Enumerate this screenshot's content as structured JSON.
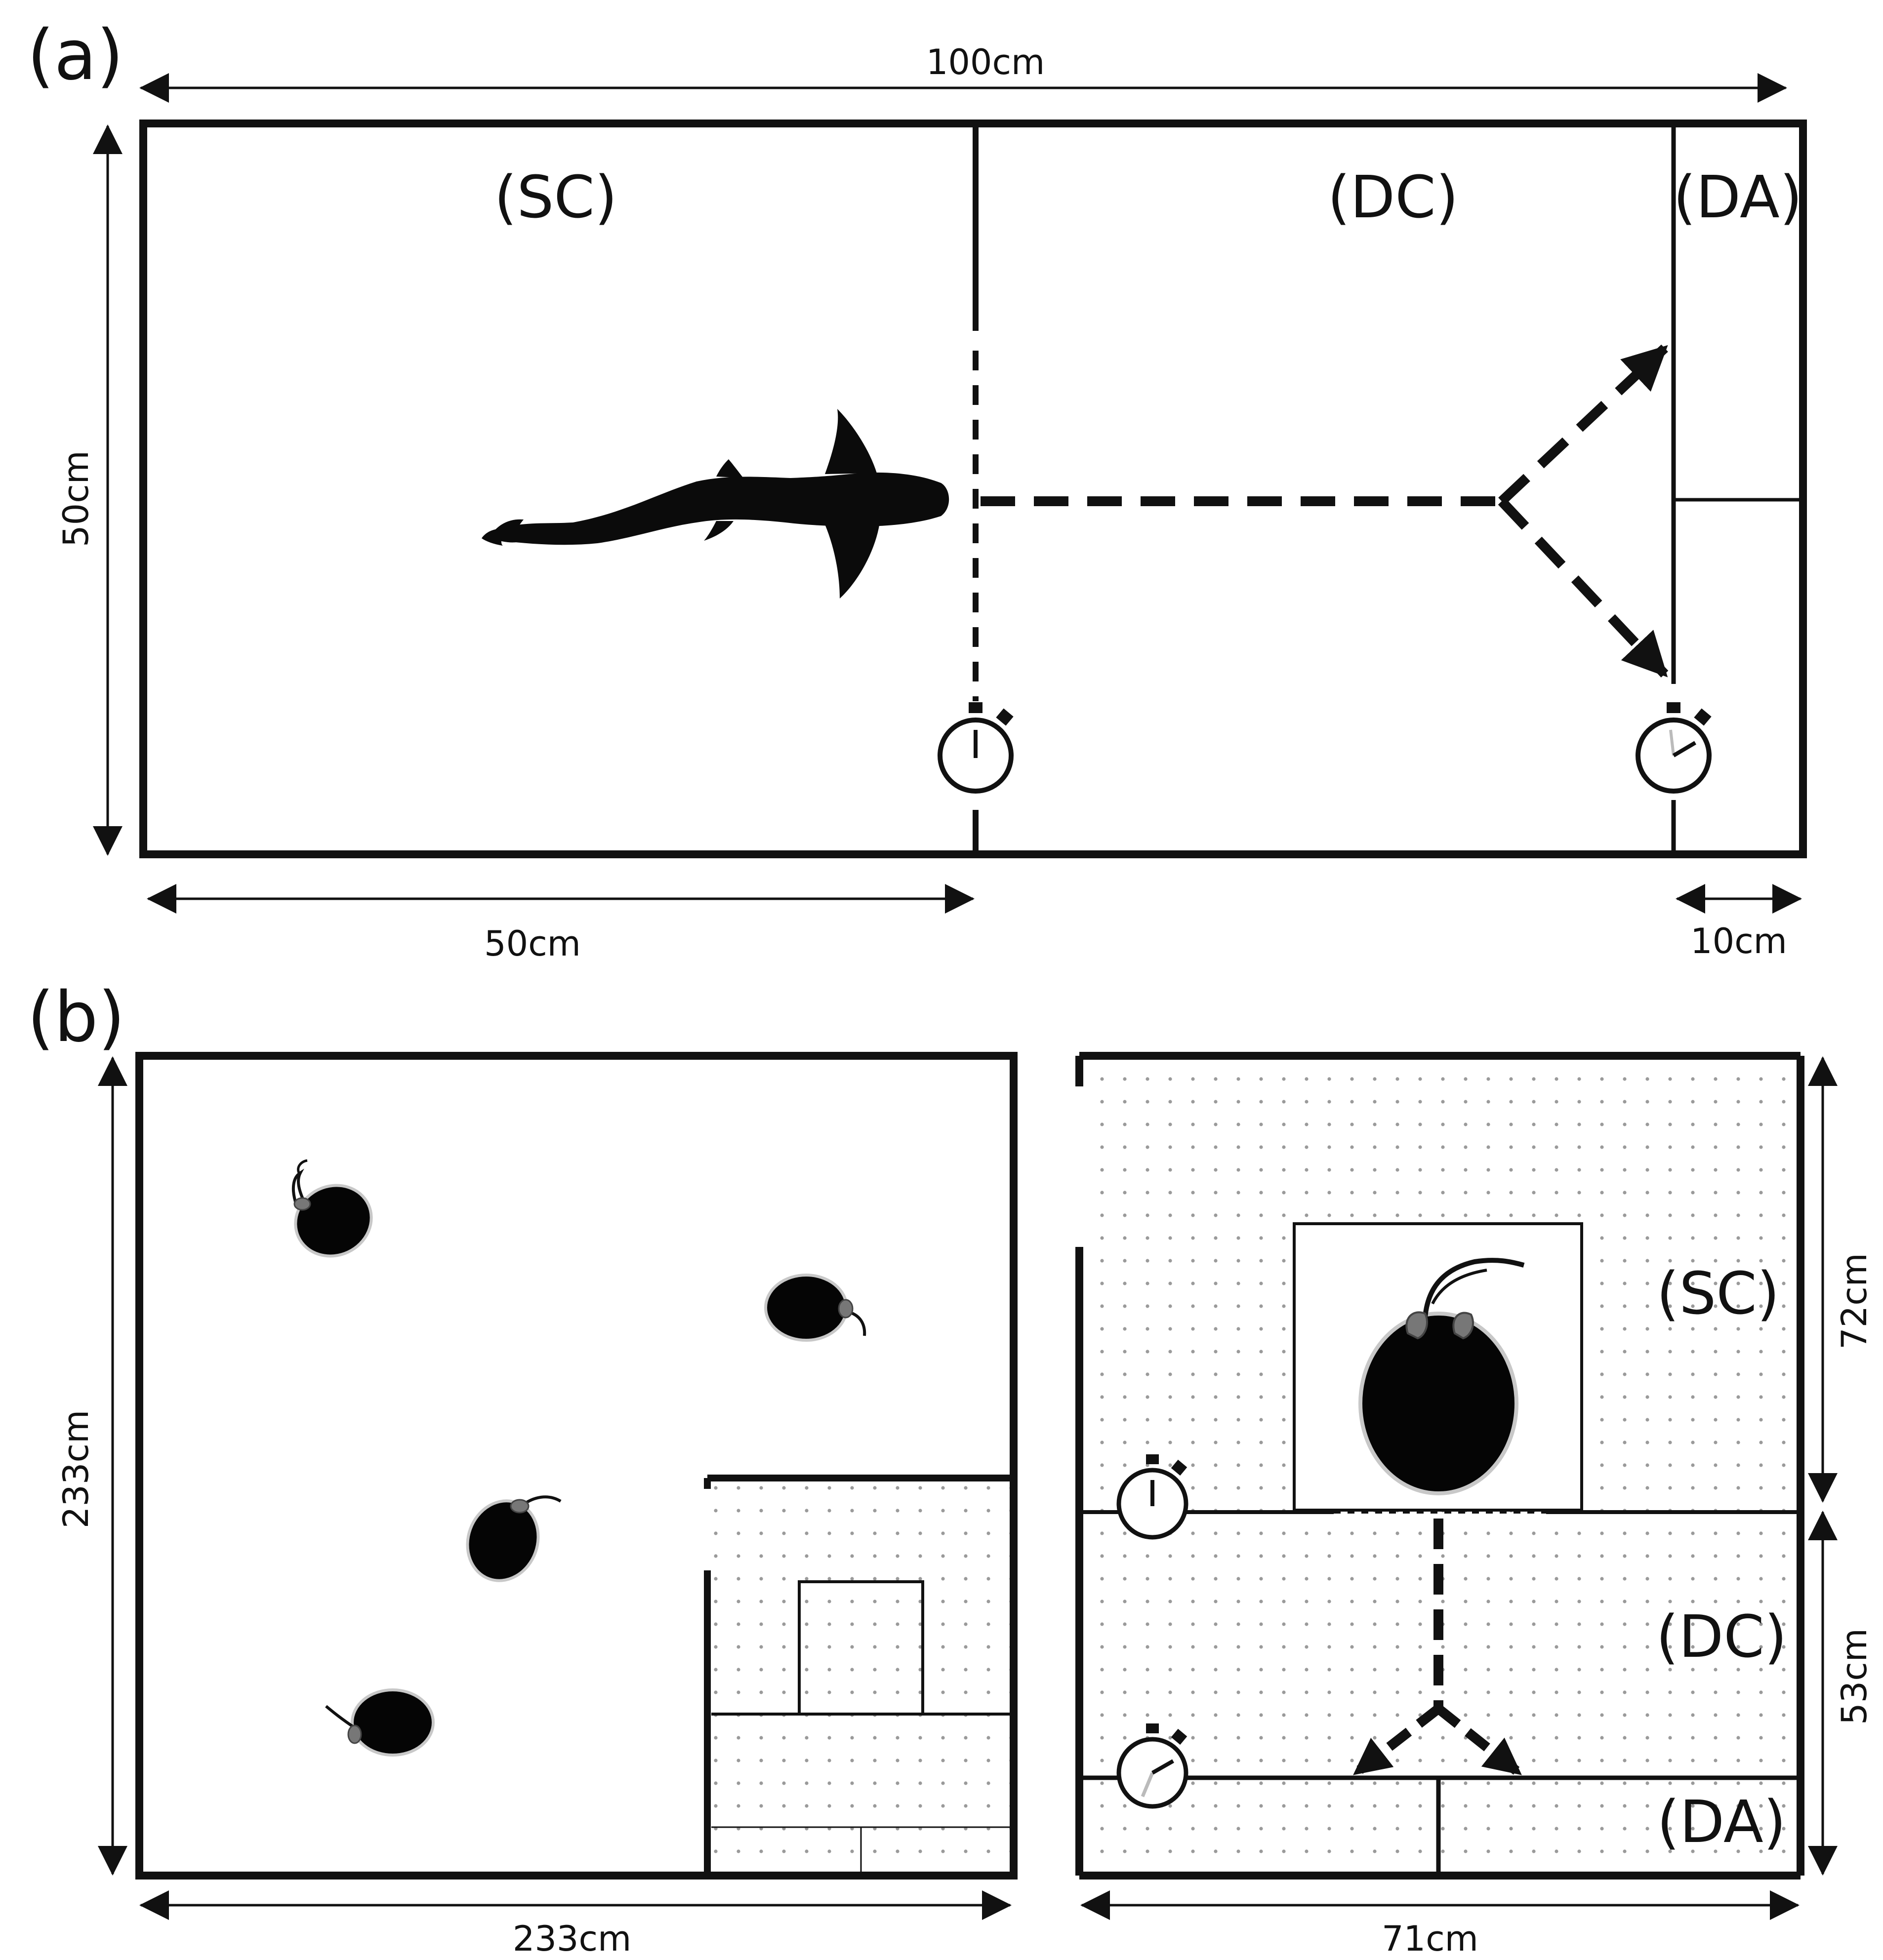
{
  "panels": {
    "a": {
      "label": "(a)",
      "dims": {
        "top": "100cm",
        "left": "50cm",
        "bottom_left": "50cm",
        "bottom_right": "10cm"
      },
      "zones": {
        "sc": "(SC)",
        "dc": "(DC)",
        "da": "(DA)"
      }
    },
    "b": {
      "label": "(b)",
      "left_dims": {
        "left": "233cm",
        "bottom": "233cm"
      },
      "right_dims": {
        "right_top": "72cm",
        "right_middle": "53cm",
        "bottom": "71cm"
      },
      "zones": {
        "sc": "(SC)",
        "dc": "(DC)",
        "da": "(DA)"
      }
    }
  },
  "icons": [
    "stopwatch-icon",
    "shark-icon",
    "stingray-icon"
  ]
}
